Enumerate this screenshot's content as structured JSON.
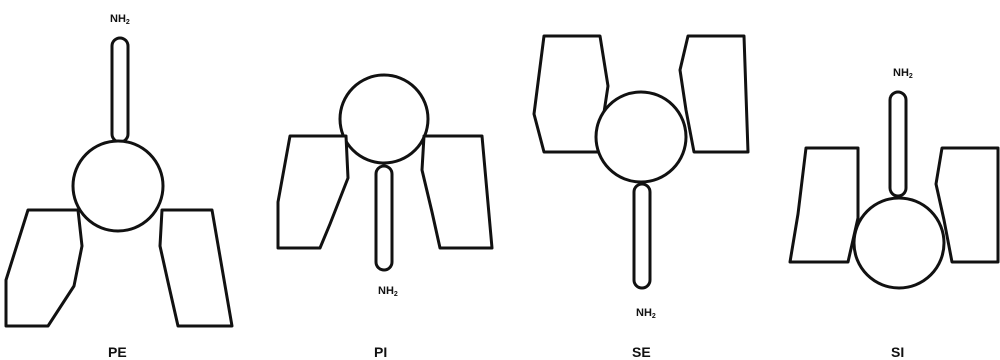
{
  "labels": {
    "pe": "PE",
    "pi": "PI",
    "se": "SE",
    "si": "SI"
  },
  "amine": {
    "main": "NH",
    "sub": "2"
  },
  "colors": {
    "stroke": "#111111",
    "fill": "#ffffff"
  }
}
